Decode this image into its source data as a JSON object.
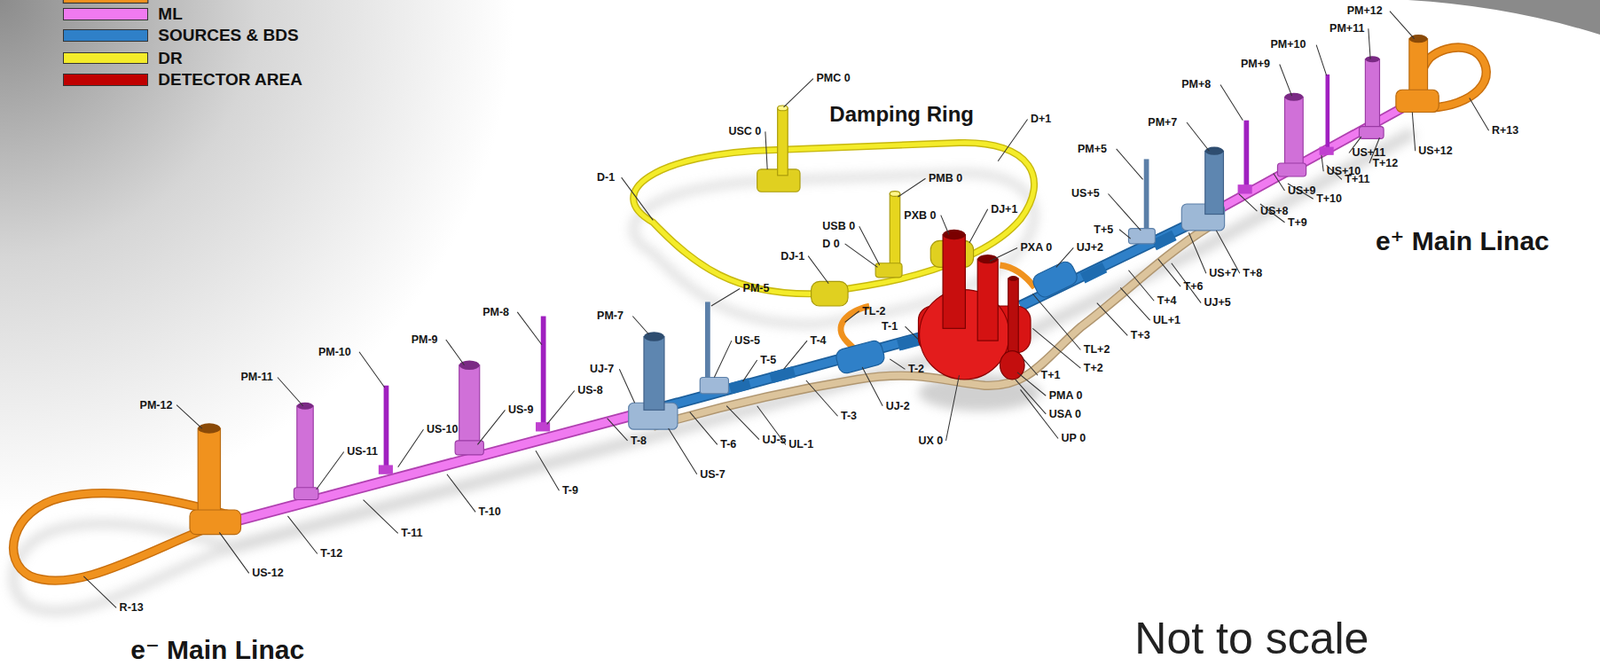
{
  "diagram": {
    "labels": [
      "PMC 0",
      "USC 0",
      "Damping Ring",
      "D+1",
      "D-1",
      "PMB 0",
      "USB 0",
      "PXB 0",
      "DJ+1",
      "D 0",
      "PXA 0",
      "DJ-1",
      "PM-5",
      "TL-2",
      "T-1",
      "T-4",
      "PM-7",
      "US-5",
      "T-5",
      "T-2",
      "UJ-2",
      "T-3",
      "UJ-7",
      "US-8",
      "UL-1",
      "UJ-5",
      "T-6",
      "US-7",
      "T-8",
      "T-9",
      "PM-8",
      "PM-9",
      "PM-10",
      "PM-11",
      "PM-12",
      "US-9",
      "US-10",
      "US-11",
      "T-10",
      "T-11",
      "T-12",
      "US-12",
      "R-13",
      "UX 0",
      "UP 0",
      "USA 0",
      "PMA 0",
      "T+1",
      "T+2",
      "TL+2",
      "UJ+2",
      "T+3",
      "UL+1",
      "T+4",
      "UJ+5",
      "T+6",
      "US+5",
      "T+5",
      "PM+5",
      "PM+7",
      "US+7",
      "T+8",
      "PM+8",
      "US+8",
      "T+9",
      "PM+9",
      "US+9",
      "T+10",
      "PM+10",
      "US+10",
      "T+11",
      "PM+11",
      "US+11",
      "T+12",
      "PM+12",
      "US+12",
      "R+13",
      "e⁺ Main Linac",
      "e⁻ Main Linac",
      "Not to scale"
    ],
    "legend": [
      {
        "text": "ML",
        "color": "#f07af0"
      },
      {
        "text": "SOURCES & BDS",
        "color": "#2f80c8"
      },
      {
        "text": "DR",
        "color": "#f4ec2a"
      },
      {
        "text": "DETECTOR AREA",
        "color": "#c00000"
      }
    ]
  }
}
